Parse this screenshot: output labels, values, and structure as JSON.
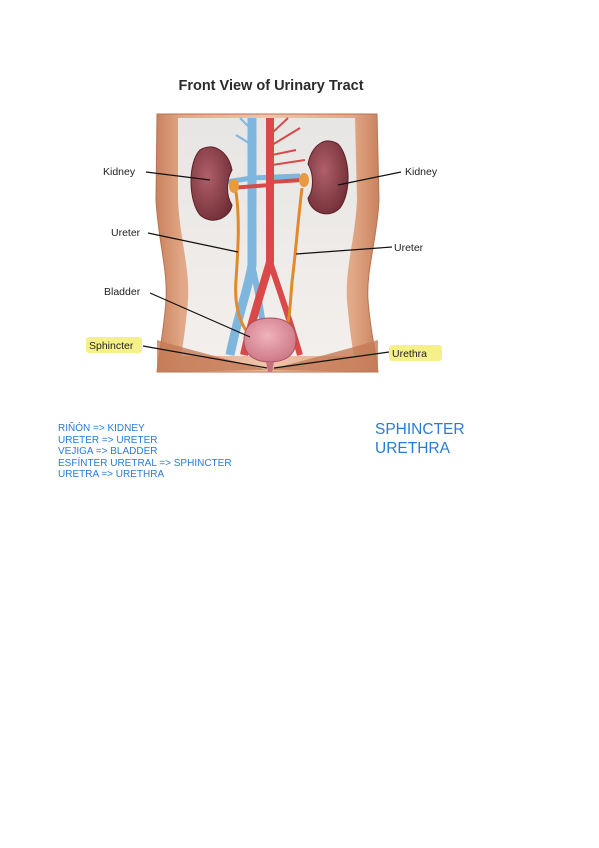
{
  "title": "Front View of Urinary Tract",
  "labels": {
    "kidney_left": "Kidney",
    "kidney_right": "Kidney",
    "ureter_left": "Ureter",
    "ureter_right": "Ureter",
    "bladder": "Bladder",
    "sphincter": "Sphincter",
    "urethra": "Urethra"
  },
  "glossary": [
    "RIÑÓN => KIDNEY",
    "URETER => URETER",
    "VEJIGA => BLADDER",
    "ESFÍNTER URETRAL => SPHINCTER",
    "URETRA => URETHRA"
  ],
  "notes": [
    "SPHINCTER",
    "URETHRA"
  ],
  "colors": {
    "highlight": "#f6f08a",
    "annotation_text": "#2a7bd8",
    "skin": "#d89a76",
    "kidney": "#8a3d45",
    "bladder": "#d98a97",
    "vein": "#7fb6dd",
    "artery": "#d9494a",
    "ureter": "#e08a2c"
  }
}
